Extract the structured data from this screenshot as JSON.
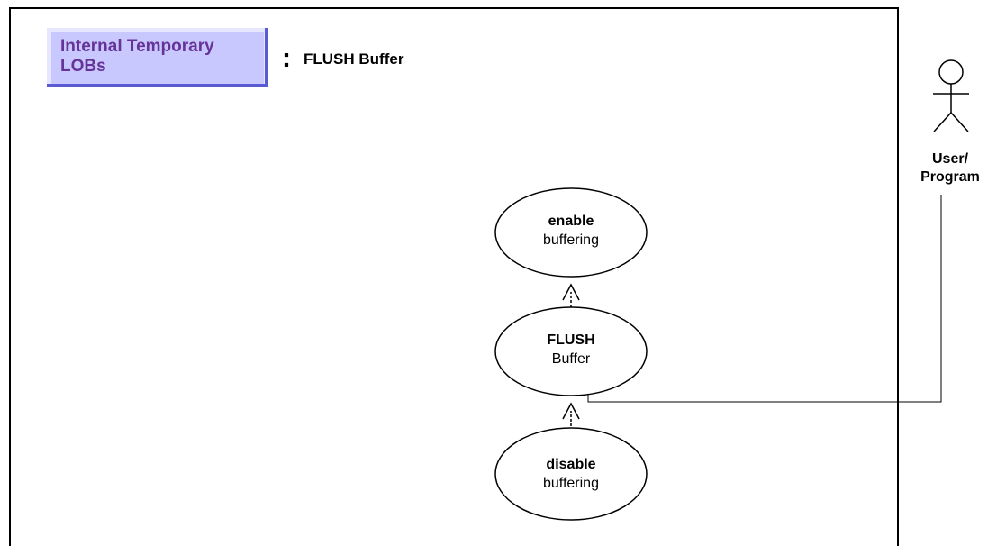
{
  "header": {
    "tag_line1": "Internal Temporary",
    "tag_line2": "LOBs",
    "separator": ":",
    "title": "FLUSH Buffer"
  },
  "actor": {
    "label_line1": "User/",
    "label_line2": "Program"
  },
  "use_cases": {
    "enable": {
      "bold": "enable",
      "normal": "buffering"
    },
    "flush": {
      "bold": "FLUSH",
      "normal": "Buffer"
    },
    "disable": {
      "bold": "disable",
      "normal": "buffering"
    }
  },
  "colors": {
    "tag_fill": "#c8c8ff",
    "tag_text": "#663399",
    "tag_border_light": "#e6e6ff",
    "tag_border_dark": "#5a5ad2",
    "line": "#000000"
  }
}
